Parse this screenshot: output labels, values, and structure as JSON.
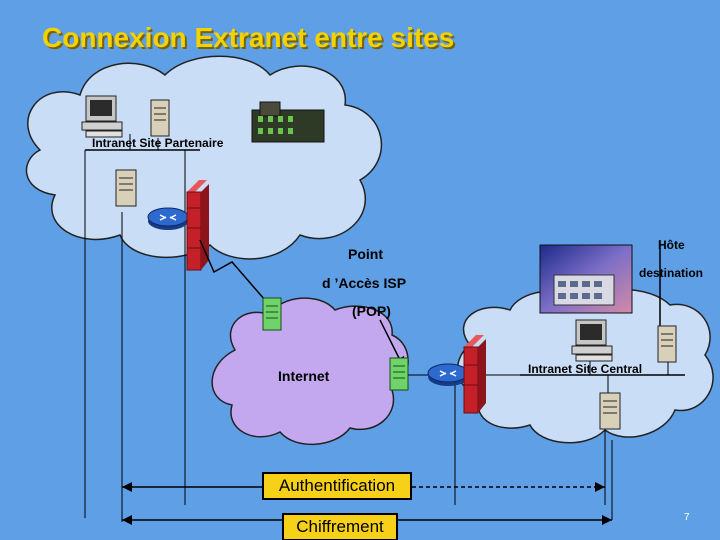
{
  "title": "Connexion Extranet entre sites",
  "labels": {
    "partner_site": "Intranet Site Partenaire",
    "point": "Point",
    "isp_access": "d ’Accès ISP",
    "pop": "(POP)",
    "internet": "Internet",
    "host": "Hôte",
    "destination": "destination",
    "central_site": "Intranet  Site Central"
  },
  "legend": {
    "authentication": "Authentification",
    "encryption": "Chiffrement"
  },
  "page_number": "7",
  "colors": {
    "background": "#5f9fe6",
    "cloud": "#c9def6",
    "internet_cloud": "#c3a8ef",
    "title": "#f2d200",
    "legend_box": "#f7d117",
    "firewall": "#c4202a",
    "router": "#1f56b8"
  },
  "icons": [
    "computer-icon",
    "server-icon",
    "building-icon",
    "router-icon",
    "firewall-icon",
    "modem-icon"
  ]
}
